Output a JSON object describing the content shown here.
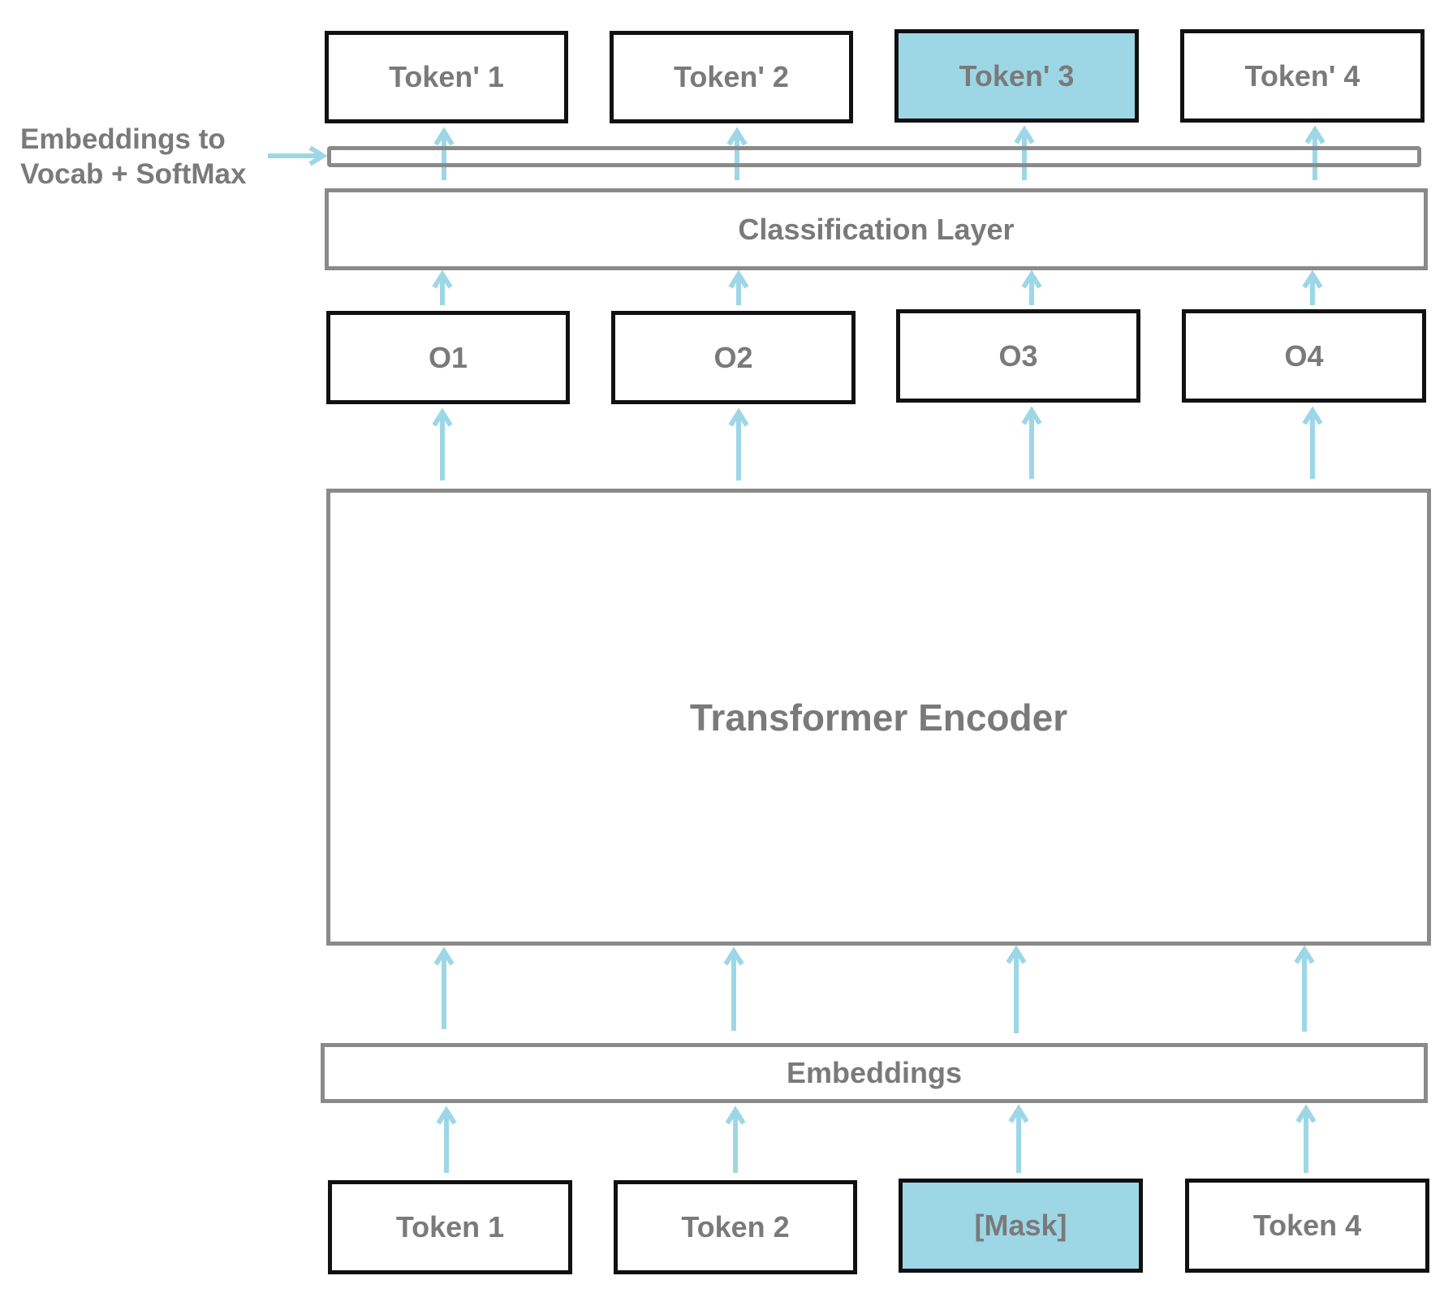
{
  "output_tokens": [
    {
      "label": "Token' 1",
      "highlighted": false
    },
    {
      "label": "Token' 2",
      "highlighted": false
    },
    {
      "label": "Token' 3",
      "highlighted": true
    },
    {
      "label": "Token' 4",
      "highlighted": false
    }
  ],
  "vocab_softmax": {
    "line1": "Embeddings to",
    "line2": "Vocab + SoftMax"
  },
  "classification_layer": "Classification Layer",
  "outputs": [
    "O1",
    "O2",
    "O3",
    "O4"
  ],
  "encoder": "Transformer Encoder",
  "embeddings": "Embeddings",
  "input_tokens": [
    {
      "label": "Token 1",
      "highlighted": false
    },
    {
      "label": "Token 2",
      "highlighted": false
    },
    {
      "label": "[Mask]",
      "highlighted": true
    },
    {
      "label": "Token 4",
      "highlighted": false
    }
  ],
  "colors": {
    "arrow": "#9dd7e6",
    "highlight": "#9dd7e6",
    "text": "#7a7a7a",
    "box_border_dark": "#111111",
    "box_border_gray": "#8a8a8a"
  }
}
